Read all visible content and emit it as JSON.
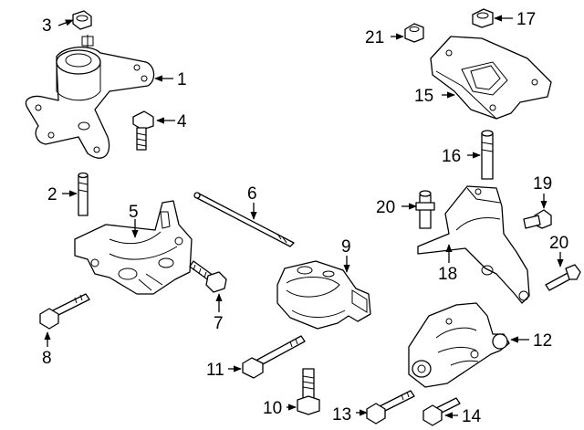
{
  "callouts": {
    "c1": "1",
    "c2": "2",
    "c3": "3",
    "c4": "4",
    "c5": "5",
    "c6": "6",
    "c7": "7",
    "c8": "8",
    "c9": "9",
    "c10": "10",
    "c11": "11",
    "c12": "12",
    "c13": "13",
    "c14": "14",
    "c15": "15",
    "c16": "16",
    "c17": "17",
    "c18": "18",
    "c19": "19",
    "c20a": "20",
    "c20b": "20",
    "c21": "21"
  }
}
